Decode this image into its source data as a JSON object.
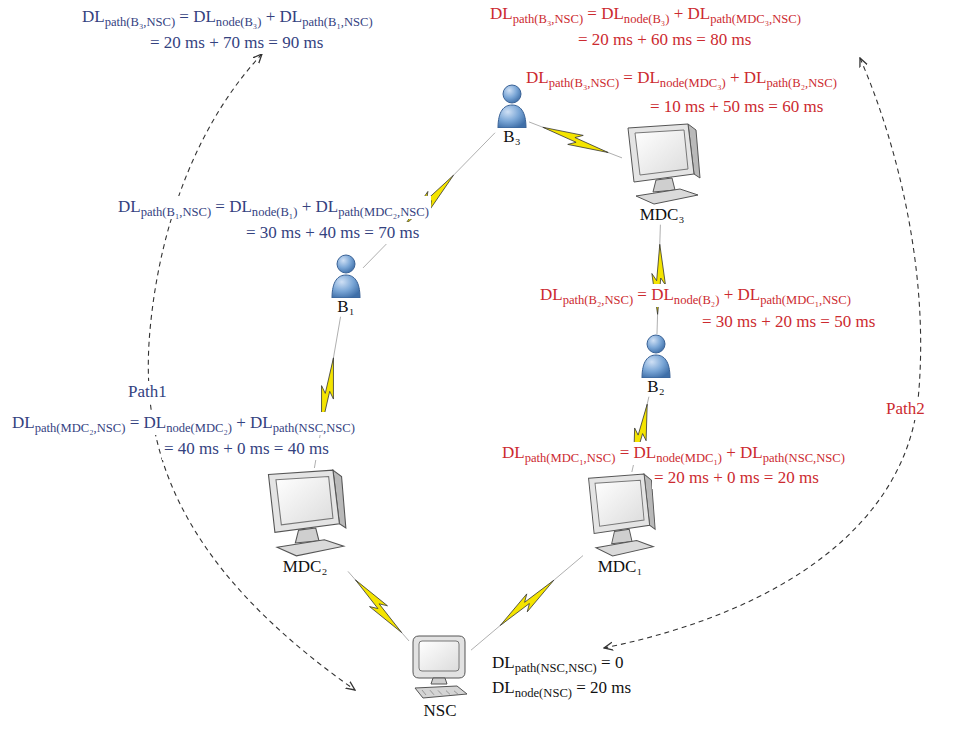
{
  "diagram": {
    "nodes": [
      {
        "text": [
          "B₃"
        ]
      },
      {
        "text": [
          "MDC₃"
        ]
      },
      {
        "text": [
          "B₁"
        ]
      },
      {
        "text": [
          "B₂"
        ]
      },
      {
        "text": [
          "MDC₂"
        ]
      },
      {
        "text": [
          "MDC₁"
        ]
      },
      {
        "text": [
          "NSC"
        ]
      }
    ],
    "edges": [
      {
        "from": 0,
        "to": 2,
        "arrow": "none"
      },
      {
        "from": 0,
        "to": 1,
        "arrow": "none"
      },
      {
        "from": 1,
        "to": 3,
        "arrow": "none"
      },
      {
        "from": 3,
        "to": 5,
        "arrow": "none"
      },
      {
        "from": 2,
        "to": 4,
        "arrow": "none"
      },
      {
        "from": 4,
        "to": 6,
        "arrow": "none"
      },
      {
        "from": 5,
        "to": 6,
        "arrow": "none"
      }
    ],
    "labels": [
      "DLpath(B₃,NSC) = DLnode(B₃) + DLpath(B₁,NSC)",
      "= 20 ms + 70 ms = 90 ms",
      "DLpath(B₃,NSC) = DLnode(B₃) + DLpath(MDC₃,NSC)",
      "= 20 ms + 60 ms = 80 ms",
      "DLpath(B₃,NSC) = DLnode(MDC₃) + DLpath(B₂,NSC)",
      "= 10 ms + 50 ms = 60 ms",
      "DLpath(B₁,NSC) = DLnode(B₁) + DLpath(MDC₂,NSC)",
      "= 30 ms + 40 ms = 70 ms",
      "DLpath(B₂,NSC) = DLnode(B₂) + DLpath(MDC₁,NSC)",
      "= 30 ms + 20 ms = 50 ms",
      "Path1",
      "DLpath(MDC₂,NSC) = DLnode(MDC₂) + DLpath(NSC,NSC)",
      "= 40 ms + 0 ms = 40 ms",
      "Path2",
      "DLpath(MDC₁,NSC) = DLnode(MDC₁) + DLpath(NSC,NSC)",
      "= 20 ms + 0 ms = 20 ms",
      "DLpath(NSC,NSC) = 0",
      "DLnode(NSC) = 20 ms"
    ]
  }
}
